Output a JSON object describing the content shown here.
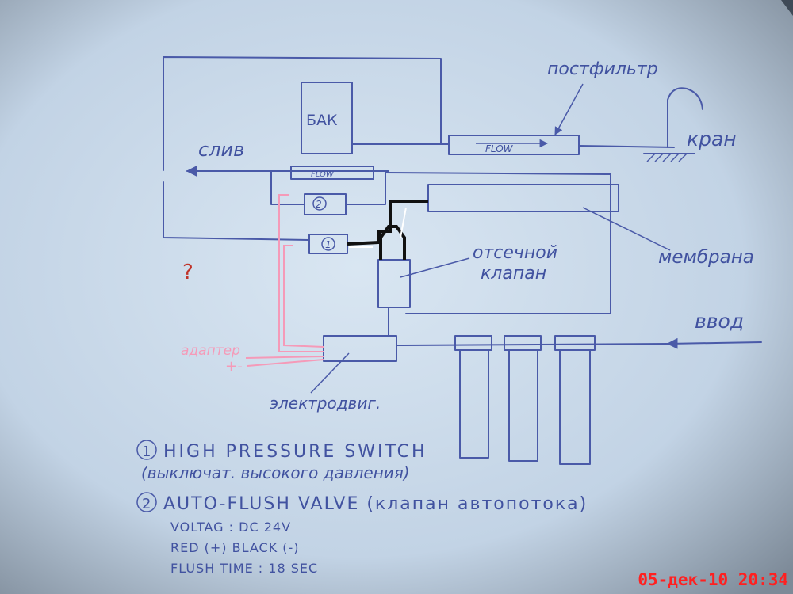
{
  "colors": {
    "paper": "#c9d8e8",
    "ink": "#4a5aa8",
    "pink": "#f59ab8",
    "wire": "#111111",
    "question": "#c0342a",
    "timestamp": "#ff2020"
  },
  "labels": {
    "tank": "БАК",
    "drain": "слив",
    "postfilter": "постфильтр",
    "faucet": "кран",
    "membrane": "мембрана",
    "shutoff_valve_line1": "отсечной",
    "shutoff_valve_line2": "клапан",
    "inlet": "ввод",
    "motor": "электродвиг.",
    "adapter": "адаптер",
    "plus_minus": "+-",
    "flow_postfilter": "FLOW",
    "flow_drain": "FLOW",
    "switch_1": "1",
    "valve_2": "2",
    "question": "?"
  },
  "legend": {
    "item1_number": "1",
    "item1_title": "HIGH PRESSURE SWITCH",
    "item1_note": "(выключат. высокого давления)",
    "item2_number": "2",
    "item2_title": "AUTO-FLUSH VALVE (клапан автопотока)",
    "voltage": "VOLTAG : DC 24V",
    "polarity": "RED (+) BLACK (-)",
    "flush_time": "FLUSH TIME : 18 SEC"
  },
  "timestamp": "05-дек-10 20:34"
}
